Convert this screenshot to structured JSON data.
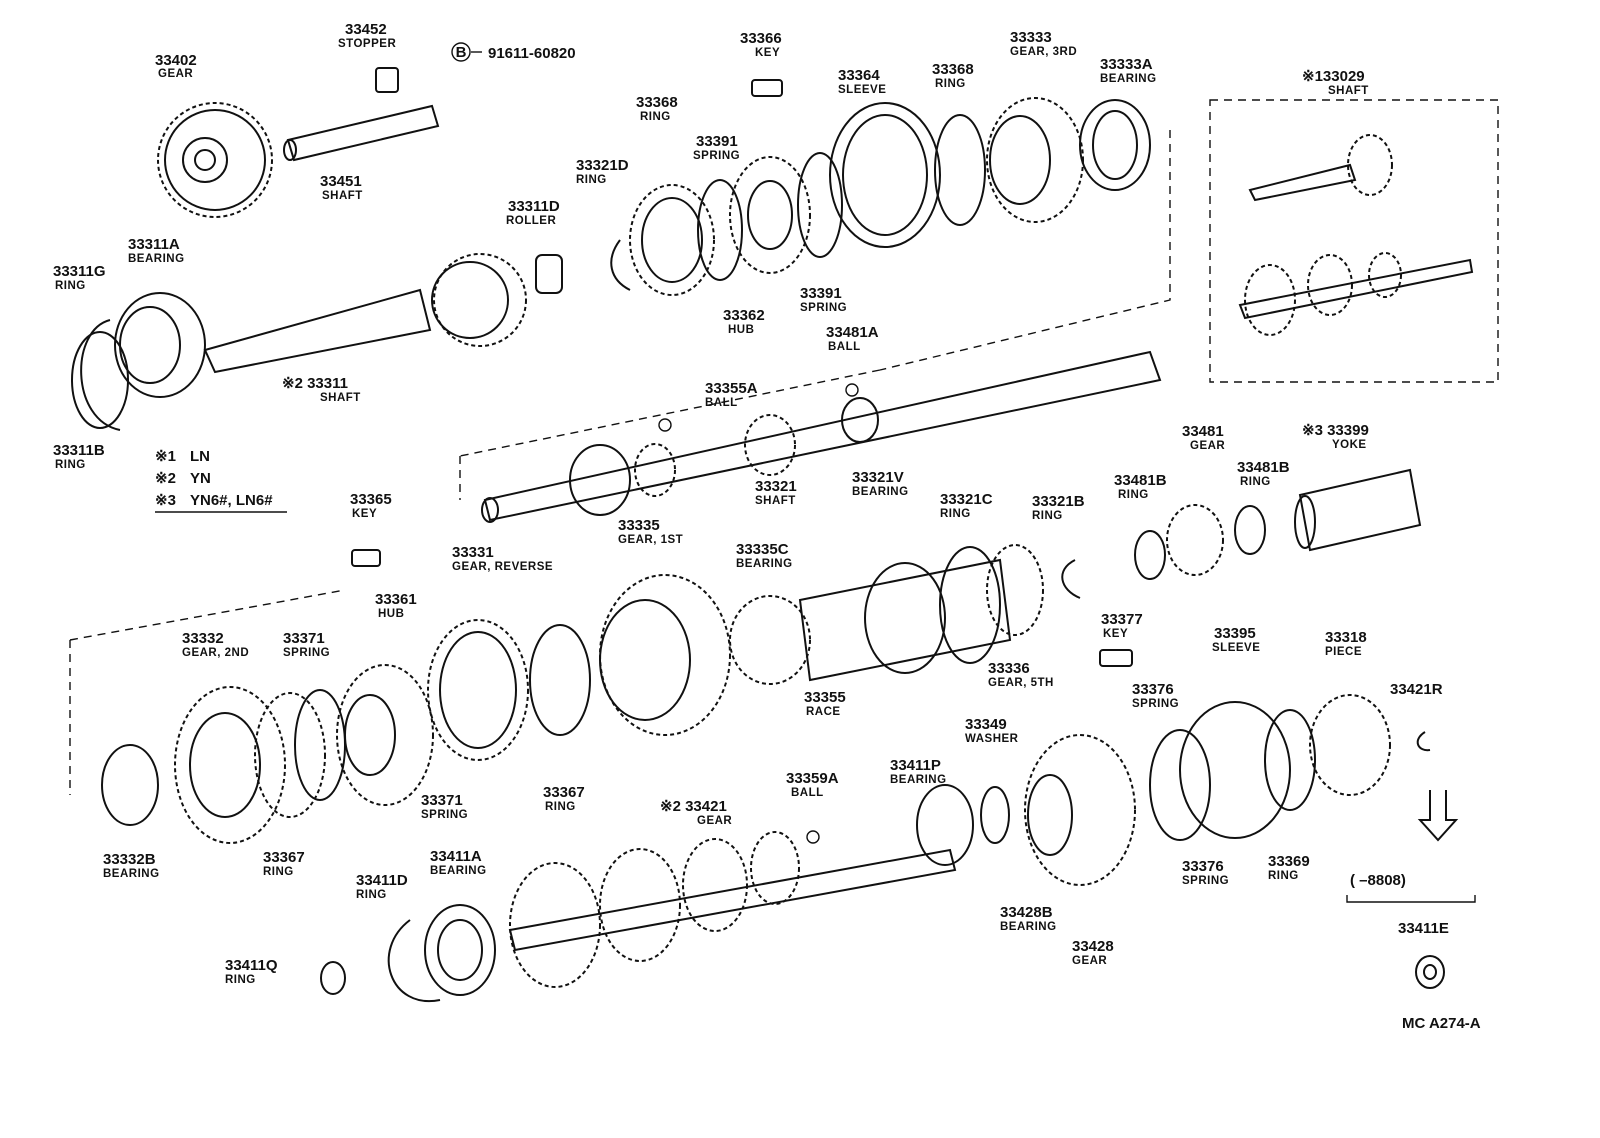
{
  "drawing_code": "MC A274-A",
  "bolt_ref": {
    "symbol": "B",
    "number": "91611-60820"
  },
  "legend": [
    {
      "mark": "※1",
      "text": "LN"
    },
    {
      "mark": "※2",
      "text": "YN"
    },
    {
      "mark": "※3",
      "text": "YN6#, LN6#"
    }
  ],
  "date_range": "(      –8808)",
  "parts": [
    {
      "id": "33402",
      "name": "GEAR"
    },
    {
      "id": "33452",
      "name": "STOPPER"
    },
    {
      "id": "33451",
      "name": "SHAFT"
    },
    {
      "id": "33366",
      "name": "KEY"
    },
    {
      "id": "33364",
      "name": "SLEEVE"
    },
    {
      "id": "33368",
      "name": "RING"
    },
    {
      "id": "33333",
      "name": "GEAR, 3RD"
    },
    {
      "id": "33333A",
      "name": "BEARING"
    },
    {
      "id": "※133029",
      "name": "SHAFT"
    },
    {
      "id": "33368",
      "name": "RING"
    },
    {
      "id": "33391",
      "name": "SPRING"
    },
    {
      "id": "33321D",
      "name": "RING"
    },
    {
      "id": "33311D",
      "name": "ROLLER"
    },
    {
      "id": "33311A",
      "name": "BEARING"
    },
    {
      "id": "33311G",
      "name": "RING"
    },
    {
      "id": "33362",
      "name": "HUB"
    },
    {
      "id": "33391",
      "name": "SPRING"
    },
    {
      "id": "33481A",
      "name": "BALL"
    },
    {
      "id": "※2  33311",
      "name": "SHAFT"
    },
    {
      "id": "33355A",
      "name": "BALL"
    },
    {
      "id": "33311B",
      "name": "RING"
    },
    {
      "id": "33321",
      "name": "SHAFT"
    },
    {
      "id": "33481",
      "name": "GEAR"
    },
    {
      "id": "※3 33399",
      "name": "YOKE"
    },
    {
      "id": "33481B",
      "name": "RING"
    },
    {
      "id": "33481B",
      "name": "RING"
    },
    {
      "id": "33365",
      "name": "KEY"
    },
    {
      "id": "33335",
      "name": "GEAR, 1ST"
    },
    {
      "id": "33321V",
      "name": "BEARING"
    },
    {
      "id": "33321C",
      "name": "RING"
    },
    {
      "id": "33321B",
      "name": "RING"
    },
    {
      "id": "33331",
      "name": "GEAR, REVERSE"
    },
    {
      "id": "33335C",
      "name": "BEARING"
    },
    {
      "id": "33361",
      "name": "HUB"
    },
    {
      "id": "33332",
      "name": "GEAR, 2ND"
    },
    {
      "id": "33371",
      "name": "SPRING"
    },
    {
      "id": "33377",
      "name": "KEY"
    },
    {
      "id": "33395",
      "name": "SLEEVE"
    },
    {
      "id": "33318",
      "name": "PIECE"
    },
    {
      "id": "33336",
      "name": "GEAR, 5TH"
    },
    {
      "id": "33355",
      "name": "RACE"
    },
    {
      "id": "33376",
      "name": "SPRING"
    },
    {
      "id": "33421R",
      "name": ""
    },
    {
      "id": "33349",
      "name": "WASHER"
    },
    {
      "id": "33367",
      "name": "RING"
    },
    {
      "id": "33371",
      "name": "SPRING"
    },
    {
      "id": "33359A",
      "name": "BALL"
    },
    {
      "id": "33411P",
      "name": "BEARING"
    },
    {
      "id": "※2  33421",
      "name": "GEAR"
    },
    {
      "id": "33332B",
      "name": "BEARING"
    },
    {
      "id": "33367",
      "name": "RING"
    },
    {
      "id": "33376",
      "name": "SPRING"
    },
    {
      "id": "33369",
      "name": "RING"
    },
    {
      "id": "33411D",
      "name": "RING"
    },
    {
      "id": "33411A",
      "name": "BEARING"
    },
    {
      "id": "33428B",
      "name": "BEARING"
    },
    {
      "id": "33428",
      "name": "GEAR"
    },
    {
      "id": "33411E",
      "name": ""
    },
    {
      "id": "33411Q",
      "name": "RING"
    }
  ]
}
